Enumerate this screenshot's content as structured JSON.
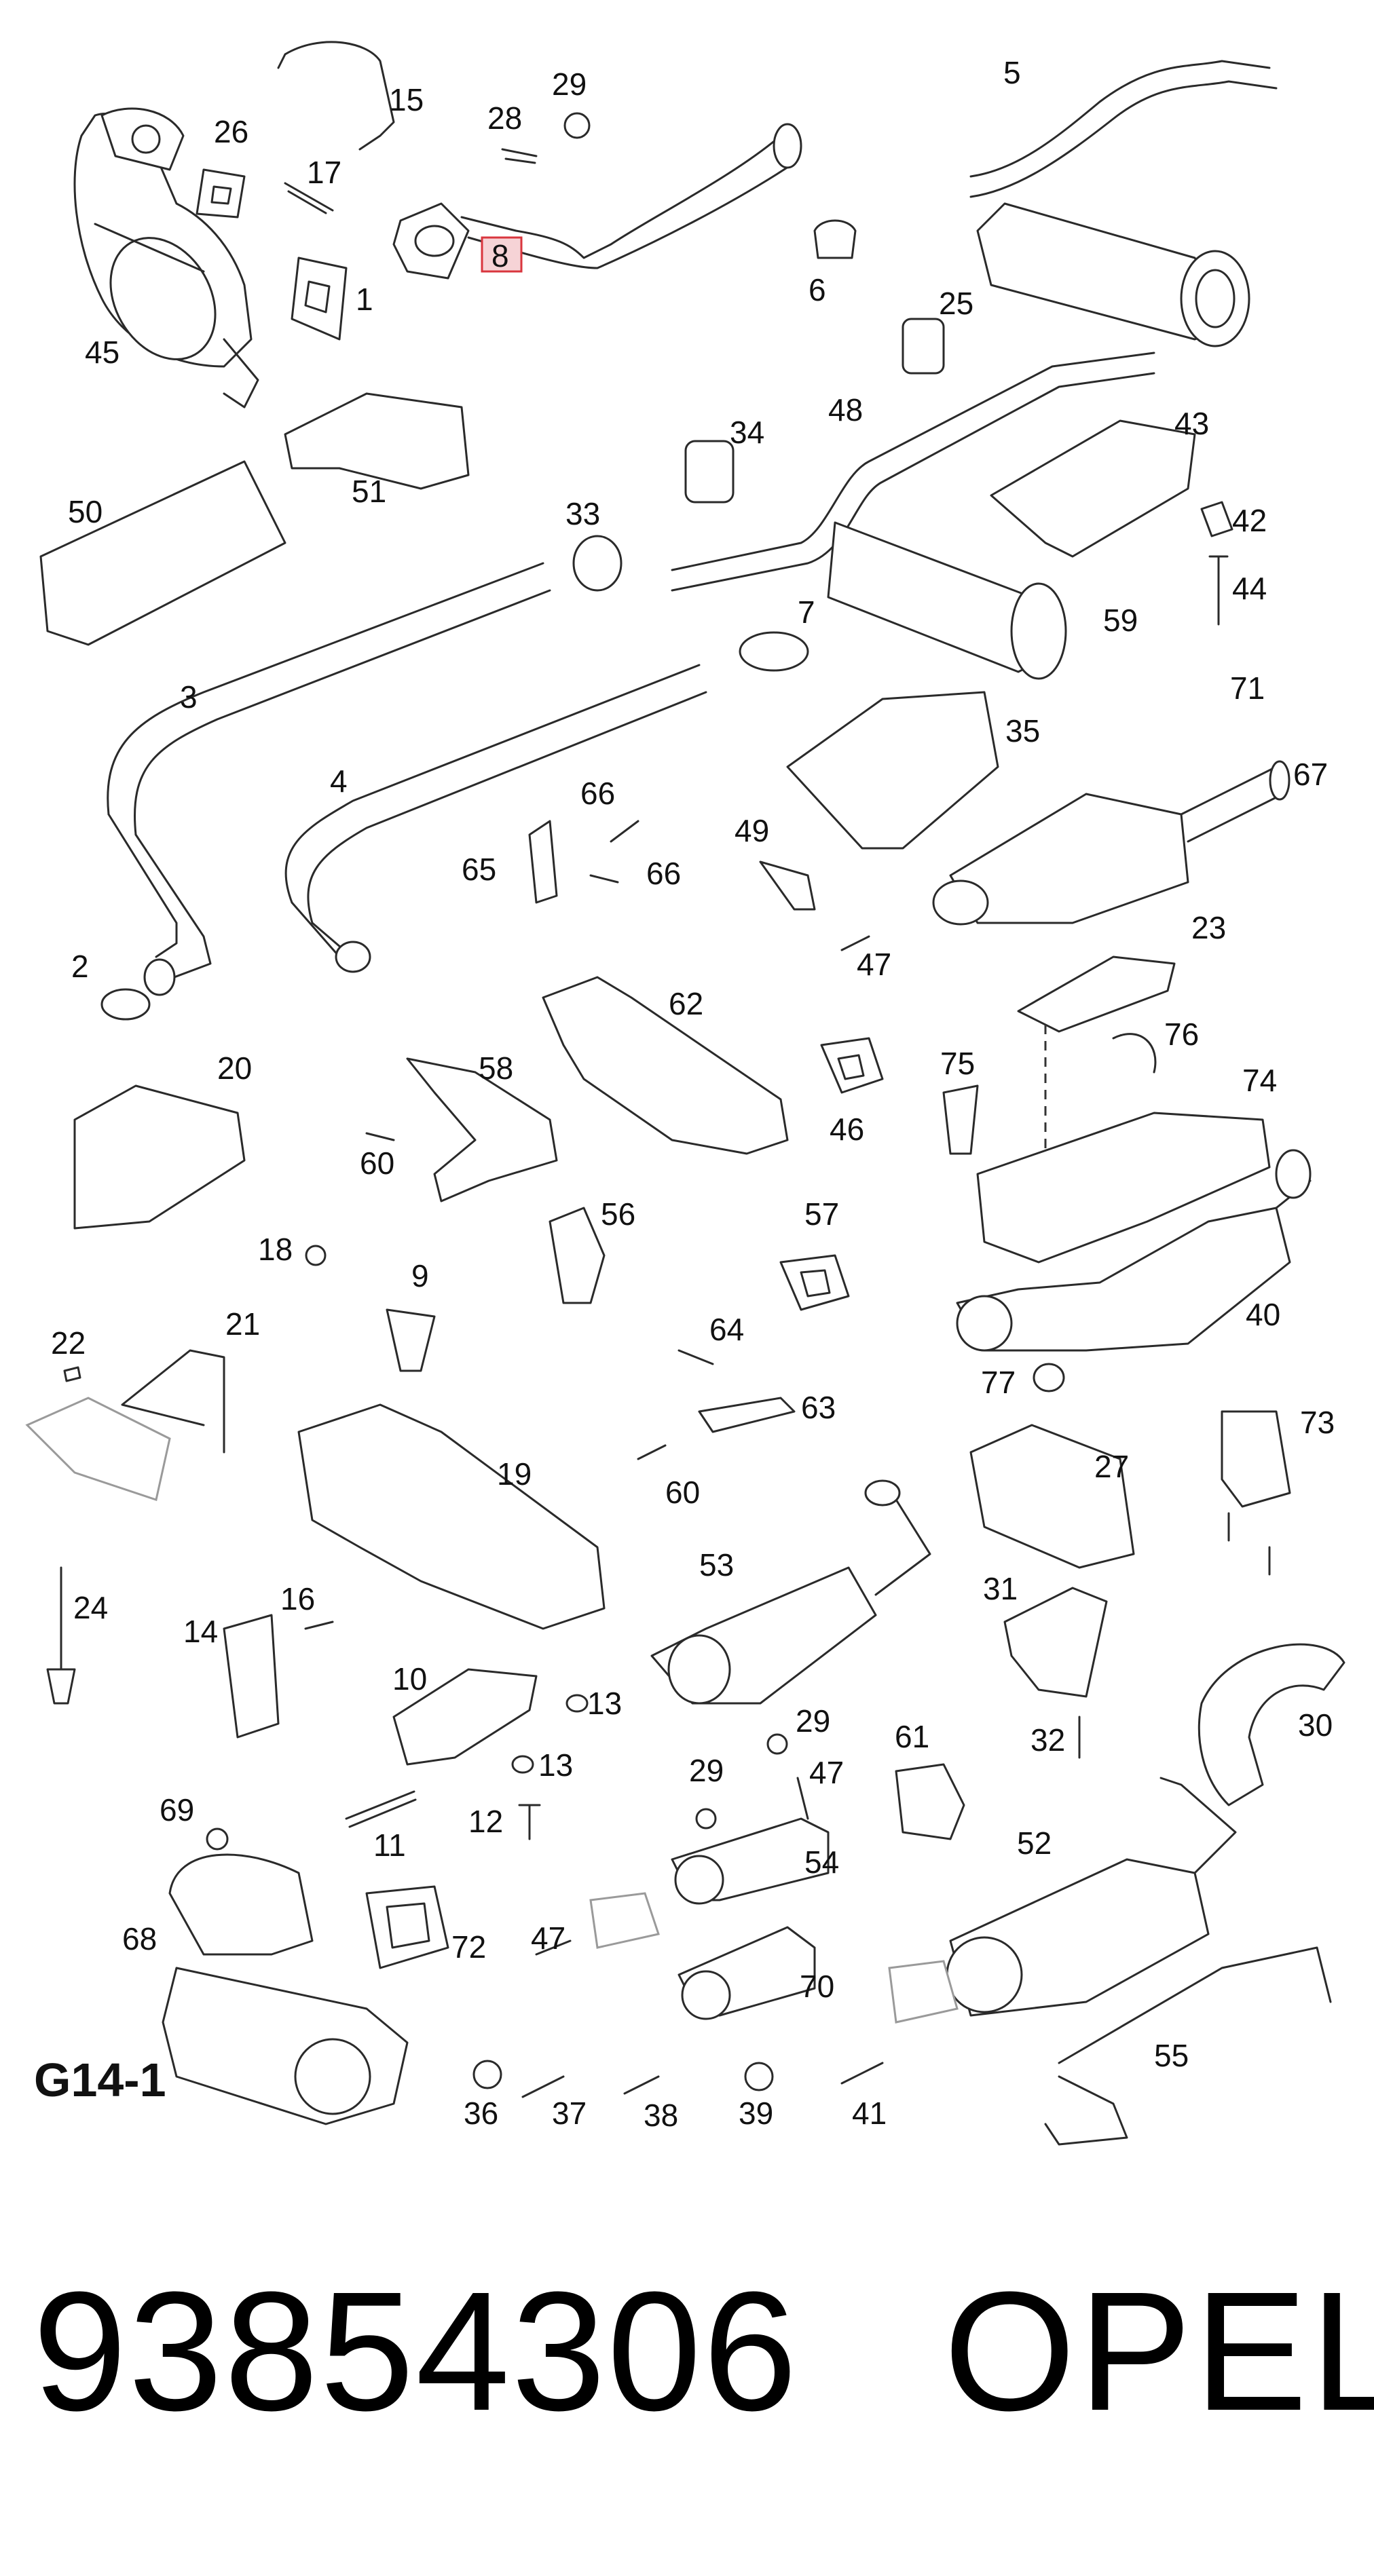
{
  "diagram": {
    "page_code": "G14-1",
    "highlighted_callout": "8",
    "callouts": [
      "1",
      "2",
      "3",
      "4",
      "5",
      "6",
      "7",
      "8",
      "9",
      "10",
      "11",
      "12",
      "13",
      "13",
      "14",
      "15",
      "16",
      "17",
      "18",
      "19",
      "20",
      "21",
      "22",
      "23",
      "24",
      "25",
      "26",
      "27",
      "28",
      "29",
      "29",
      "29",
      "30",
      "31",
      "32",
      "33",
      "34",
      "35",
      "36",
      "37",
      "38",
      "39",
      "40",
      "41",
      "42",
      "43",
      "44",
      "45",
      "46",
      "47",
      "47",
      "47",
      "48",
      "49",
      "50",
      "51",
      "52",
      "53",
      "54",
      "55",
      "56",
      "57",
      "58",
      "59",
      "60",
      "60",
      "61",
      "62",
      "63",
      "64",
      "65",
      "66",
      "66",
      "67",
      "68",
      "69",
      "70",
      "71",
      "72",
      "73",
      "74",
      "75",
      "76",
      "77"
    ]
  },
  "footer": {
    "part_number": "93854306",
    "brand": "OPEL"
  },
  "colors": {
    "line": "#2a2a2a",
    "highlight_fill": "#f6d3d6",
    "highlight_stroke": "#d9363e",
    "text": "#111111"
  }
}
